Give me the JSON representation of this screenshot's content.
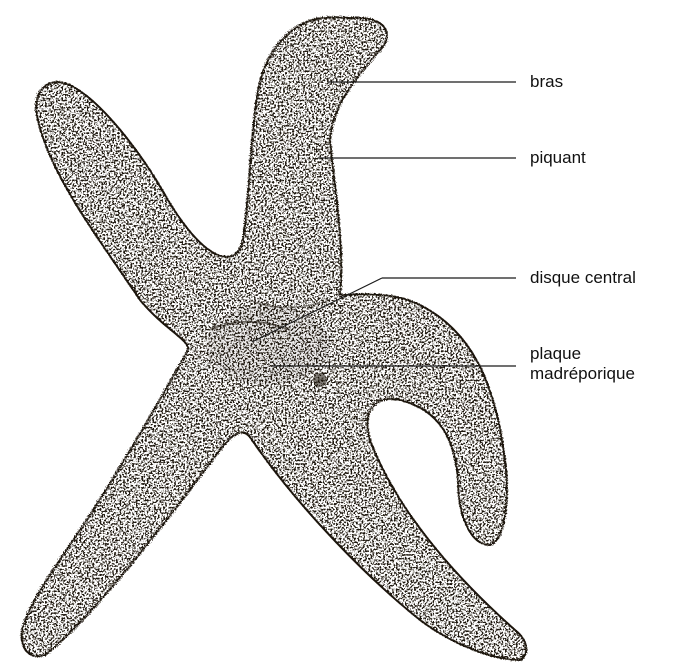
{
  "diagram": {
    "subject_icon": "starfish-illustration",
    "ink_color": "#1a1208",
    "labels": {
      "bras": "bras",
      "piquant": "piquant",
      "disque_central": "disque central",
      "plaque_line1": "plaque",
      "plaque_line2": "madréporique"
    }
  }
}
